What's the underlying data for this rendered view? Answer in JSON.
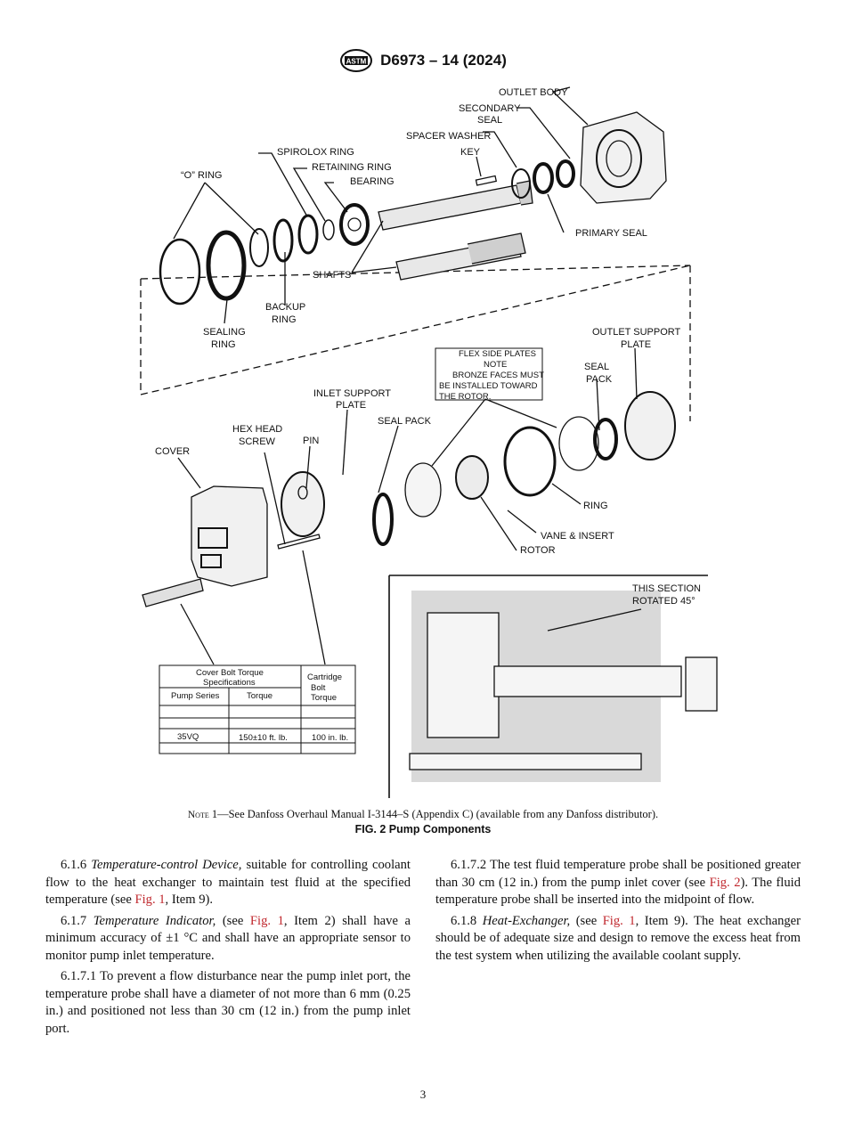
{
  "header": {
    "doc_code": "D6973 – 14 (2024)",
    "logo": "astm-logo"
  },
  "figure": {
    "labels": {
      "outlet_body": "OUTLET BODY",
      "secondary_seal_1": "SECONDARY",
      "secondary_seal_2": "SEAL",
      "spacer_washer": "SPACER WASHER",
      "key": "KEY",
      "spirolox_ring": "SPIROLOX RING",
      "retaining_ring": "RETAINING RING",
      "bearing": "BEARING",
      "o_ring": "“O” RING",
      "primary_seal": "PRIMARY SEAL",
      "shafts": "SHAFTS",
      "backup_ring_1": "BACKUP",
      "backup_ring_2": "RING",
      "sealing_ring_1": "SEALING",
      "sealing_ring_2": "RING",
      "outlet_support_plate_1": "OUTLET SUPPORT",
      "outlet_support_plate_2": "PLATE",
      "flex_1": "FLEX SIDE PLATES",
      "flex_2": "NOTE",
      "flex_3": "BRONZE FACES MUST",
      "flex_4": "BE INSTALLED TOWARD",
      "flex_5": "THE ROTOR.",
      "seal_pack_right_1": "SEAL",
      "seal_pack_right_2": "PACK",
      "inlet_support_plate_1": "INLET SUPPORT",
      "inlet_support_plate_2": "PLATE",
      "seal_pack": "SEAL PACK",
      "hex_head_screw_1": "HEX HEAD",
      "hex_head_screw_2": "SCREW",
      "pin": "PIN",
      "cover": "COVER",
      "ring": "RING",
      "vane_insert": "VANE & INSERT",
      "rotor": "ROTOR",
      "section_1": "THIS SECTION",
      "section_2": "ROTATED 45°"
    },
    "torque_table": {
      "cover_bolt_header_1": "Cover Bolt Torque",
      "cover_bolt_header_2": "Specifications",
      "cartridge_header_1": "Cartridge",
      "cartridge_header_2": "Bolt",
      "cartridge_header_3": "Torque",
      "col_pump_series": "Pump Series",
      "col_torque": "Torque",
      "row_series": "35VQ",
      "row_torque": "150±10 ft. lb.",
      "row_cartridge": "100 in. lb."
    },
    "note_label": "Note",
    "note_text": " 1—See Danfoss Overhaul Manual I-3144–S (Appendix C) (available from any Danfoss distributor).",
    "caption": "FIG. 2 Pump Components"
  },
  "body": {
    "p616_num": "6.1.6 ",
    "p616_title": "Temperature-control Device,",
    "p616_text_a": " suitable for controlling coolant flow to the heat exchanger to maintain test fluid at the specified temperature (see ",
    "p616_link": "Fig. 1",
    "p616_text_b": ", Item 9).",
    "p617_num": "6.1.7 ",
    "p617_title": "Temperature Indicator,",
    "p617_text_a": " (see ",
    "p617_link": "Fig. 1",
    "p617_text_b": ", Item 2) shall have a minimum accuracy of ±1 °C and shall have an appropriate sensor to monitor pump inlet temperature.",
    "p6171": "6.1.7.1 To prevent a flow disturbance near the pump inlet port, the temperature probe shall have a diameter of not more than 6 mm (0.25 in.) and positioned not less than 30 cm (12 in.) from the pump inlet port.",
    "p6172_text_a": "6.1.7.2 The test fluid temperature probe shall be positioned greater than 30 cm (12 in.) from the pump inlet cover (see ",
    "p6172_link": "Fig. 2",
    "p6172_text_b": "). The fluid temperature probe shall be inserted into the midpoint of flow.",
    "p618_num": "6.1.8 ",
    "p618_title": "Heat-Exchanger,",
    "p618_text_a": " (see ",
    "p618_link": "Fig. 1",
    "p618_text_b": ", Item 9). The heat exchanger should be of adequate size and design to remove the excess heat from the test system when utilizing the available coolant supply."
  },
  "page_number": "3"
}
